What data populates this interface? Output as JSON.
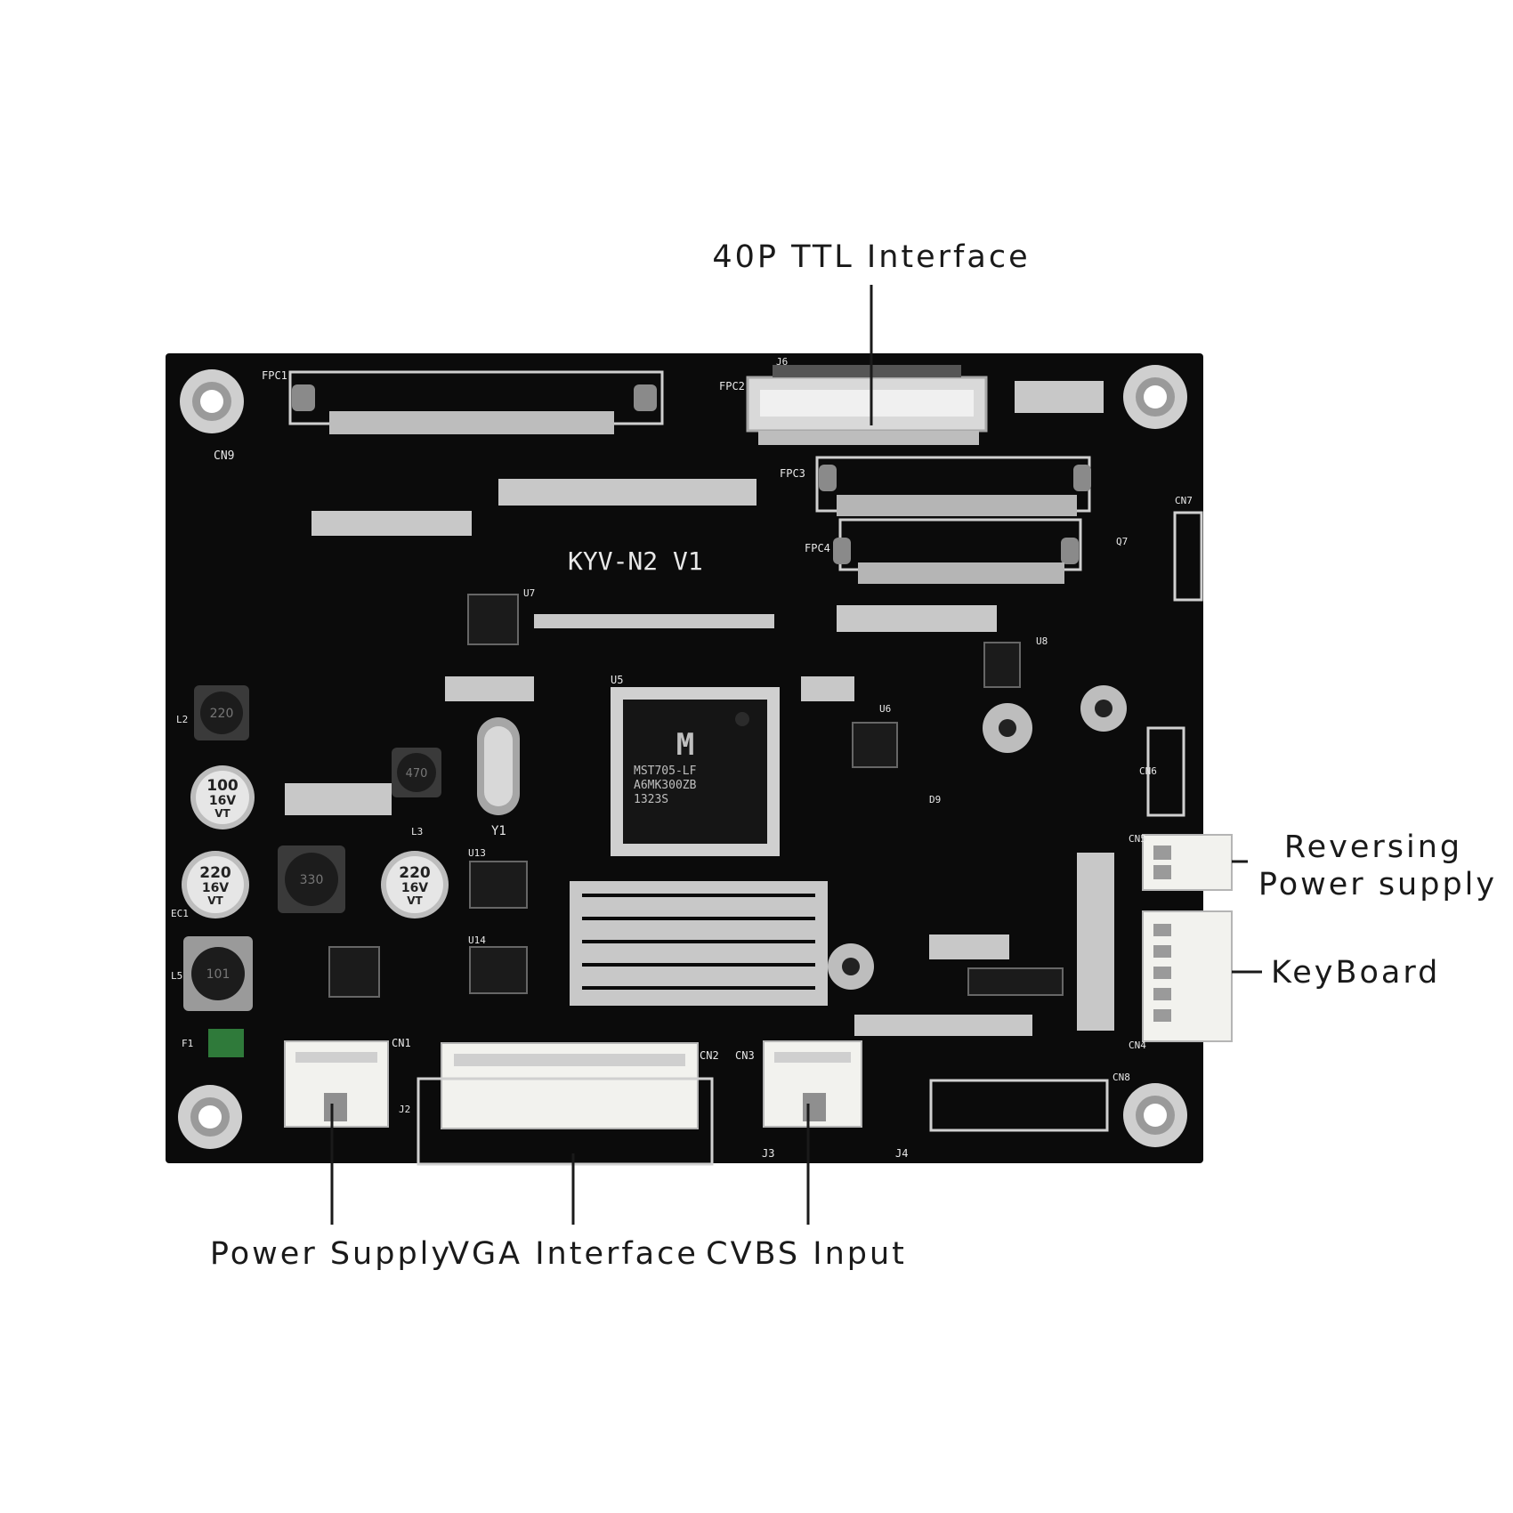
{
  "board": {
    "model_label": "KYV-N2 V1",
    "chip": {
      "logo": "M",
      "line1": "MST705-LF",
      "line2": "A6MK300ZB",
      "line3": "1323S"
    },
    "silkscreen": [
      "FPC1",
      "FPC2",
      "FPC3",
      "FPC4",
      "CN9",
      "CN7",
      "CN6",
      "CN5",
      "CN4",
      "CN1",
      "CN2",
      "CN3",
      "CN8",
      "J2",
      "J3",
      "J4",
      "J6",
      "U5",
      "U6",
      "U7",
      "U8",
      "U13",
      "U14",
      "Y1",
      "L2",
      "L3",
      "L5",
      "EC1",
      "F1",
      "Q7",
      "D9"
    ],
    "capacitors": [
      {
        "line1": "100",
        "line2": "16V",
        "line3": "VT"
      },
      {
        "line1": "220",
        "line2": "16V",
        "line3": "VT"
      },
      {
        "line1": "220",
        "line2": "16V",
        "line3": "VT"
      }
    ],
    "inductors": [
      "220",
      "330",
      "470",
      "101"
    ]
  },
  "callouts": {
    "ttl": "40P TTL Interface",
    "reversing_line1": "Reversing",
    "reversing_line2": "Power supply",
    "keyboard": "KeyBoard",
    "power": "Power Supply",
    "vga": "VGA Interface",
    "cvbs": "CVBS Input"
  },
  "colors": {
    "pcb": "#0b0b0b",
    "connector": "#f2f2ee",
    "pad": "#cfcfcf"
  }
}
